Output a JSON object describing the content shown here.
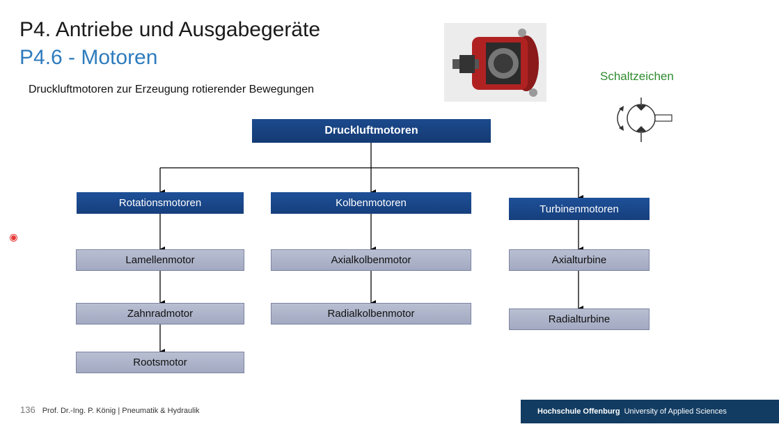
{
  "slide": {
    "title": "P4. Antriebe und Ausgabegeräte",
    "subtitle": "P4.6 - Motoren",
    "lead": "Druckluftmotoren zur Erzeugung rotierender Bewegungen",
    "symbol_label": "Schaltzeichen"
  },
  "diagram": {
    "root": "Druckluftmotoren",
    "categories": [
      "Rotationsmotoren",
      "Kolbenmotoren",
      "Turbinenmotoren"
    ],
    "rotation": [
      "Lamellenmotor",
      "Zahnradmotor",
      "Rootsmotor"
    ],
    "kolben": [
      "Axialkolbenmotor",
      "Radialkolbenmotor"
    ],
    "turbine": [
      "Axialturbine",
      "Radialturbine"
    ]
  },
  "footer": {
    "page": "136",
    "author": "Prof. Dr.-Ing. P. König | Pneumatik & Hydraulik",
    "school": "Hochschule Offenburg",
    "school_sub": "University of Applied Sciences"
  },
  "colors": {
    "title_blue": "#2e7bbd",
    "box_dark": "#1c4a8c",
    "box_light": "#b0b6ca",
    "symbol_green": "#2e8b2e",
    "footer_bar": "#123c62"
  }
}
